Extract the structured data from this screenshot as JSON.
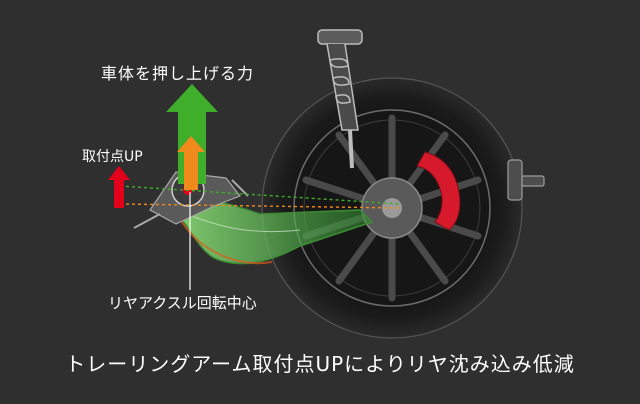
{
  "labels": {
    "lift_force": "車体を押し上げる力",
    "mount_up": "取付点UP",
    "axle_center": "リヤアクスル回転中心"
  },
  "caption": "トレーリングアーム取付点UPによりリヤ沈み込み低減",
  "colors": {
    "background": "#2f2f2f",
    "lift_arrow": "#3fae2a",
    "pivot_arrow": "#f08a1c",
    "mount_arrow": "#e2001a",
    "caliper": "#d6192b",
    "arm_highlight": "#4caf50",
    "text": "#ffffff"
  }
}
